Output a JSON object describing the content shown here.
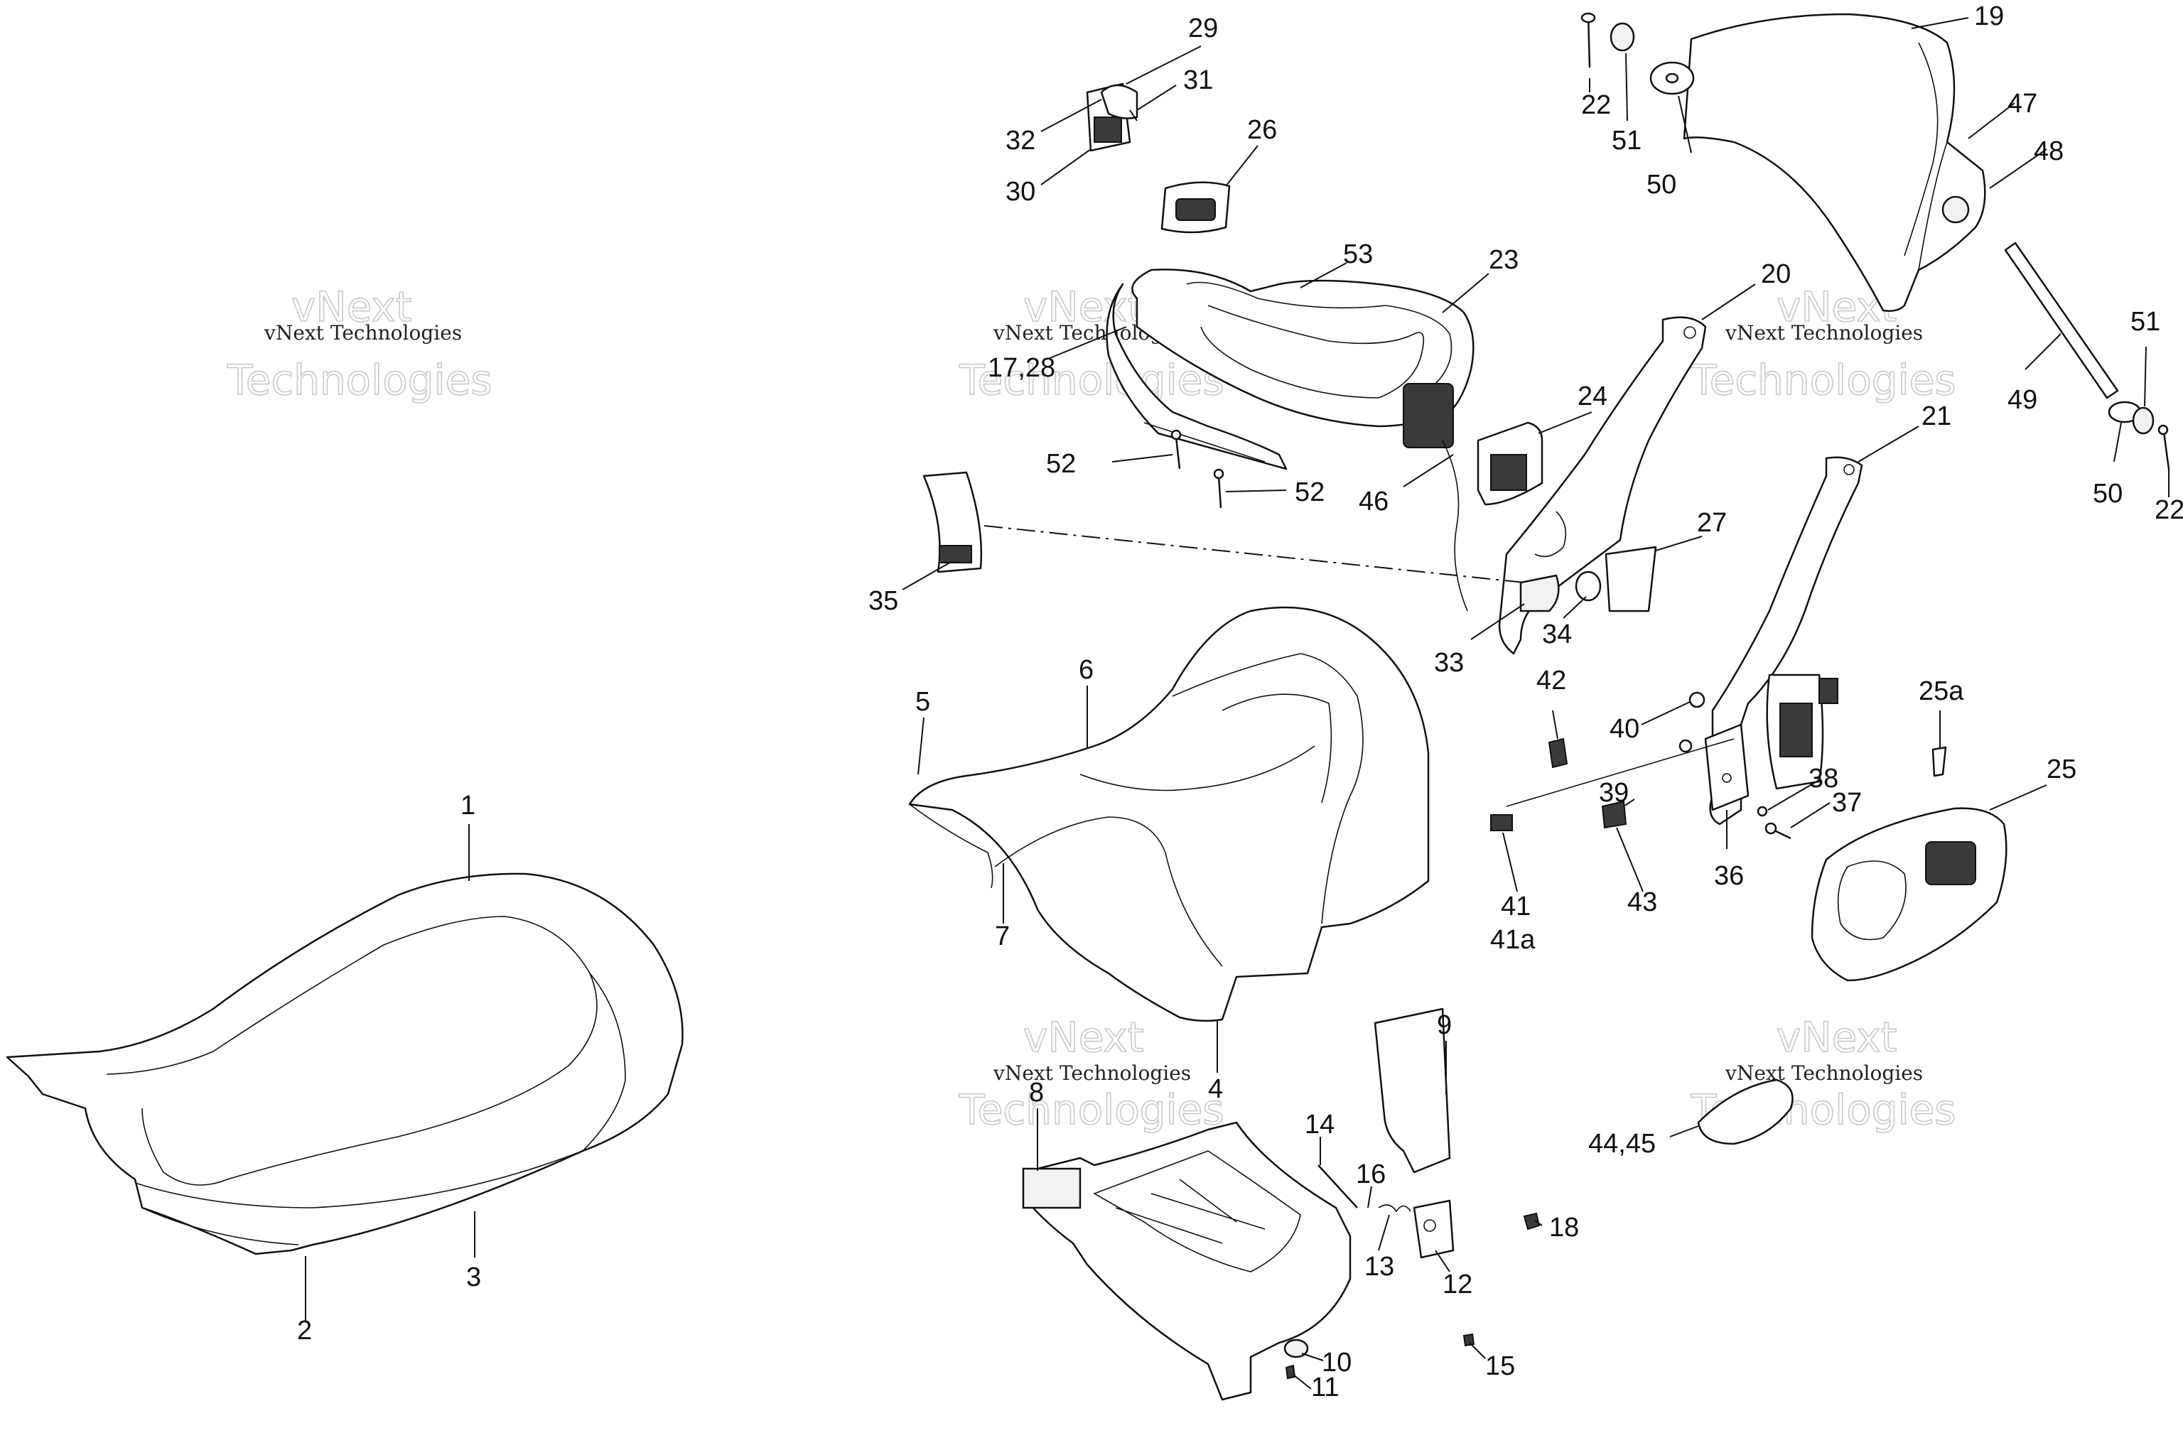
{
  "watermark": {
    "line1": "vNext",
    "line2": "Technologies",
    "small": "vNext Technologies"
  },
  "labels": {
    "l1": "1",
    "l2": "2",
    "l3": "3",
    "l4": "4",
    "l5": "5",
    "l6": "6",
    "l7": "7",
    "l8": "8",
    "l9": "9",
    "l10": "10",
    "l11": "11",
    "l12": "12",
    "l13": "13",
    "l14": "14",
    "l15": "15",
    "l16": "16",
    "l17_28": "17,28",
    "l18": "18",
    "l19": "19",
    "l20": "20",
    "l21": "21",
    "l22a": "22",
    "l22b": "22",
    "l23": "23",
    "l24": "24",
    "l25": "25",
    "l25a": "25a",
    "l26": "26",
    "l27": "27",
    "l29": "29",
    "l30": "30",
    "l31": "31",
    "l32": "32",
    "l33": "33",
    "l34": "34",
    "l35": "35",
    "l36": "36",
    "l37": "37",
    "l38": "38",
    "l39": "39",
    "l40": "40",
    "l41": "41",
    "l41a": "41a",
    "l42": "42",
    "l43": "43",
    "l44_45": "44,45",
    "l46": "46",
    "l47": "47",
    "l48": "48",
    "l49": "49",
    "l50a": "50",
    "l50b": "50",
    "l51a": "51",
    "l51b": "51",
    "l52a": "52",
    "l52b": "52",
    "l53": "53"
  }
}
